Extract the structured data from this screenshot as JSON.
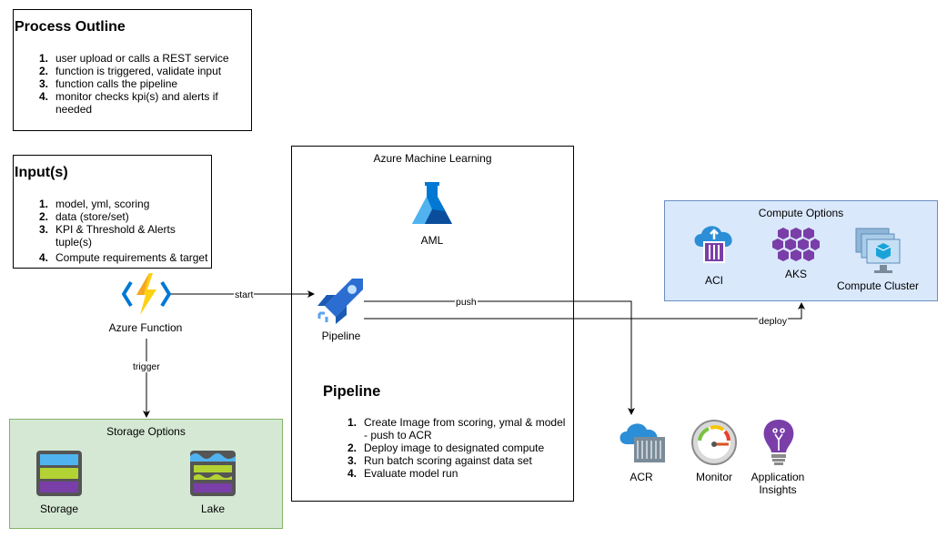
{
  "process": {
    "title": "Process Outline",
    "steps": [
      "user upload or calls a REST service",
      "function is triggered, validate input",
      "function calls the pipeline",
      "monitor checks kpi(s) and alerts if needed"
    ]
  },
  "inputs": {
    "title": "Input(s)",
    "steps": [
      "model, yml, scoring",
      "data (store/set)",
      "KPI & Threshold & Alerts tuple(s)",
      "Compute requirements & target"
    ]
  },
  "aml": {
    "title": "Azure Machine Learning",
    "icon_label": "AML",
    "pipeline_icon_label": "Pipeline",
    "pipeline_title": "Pipeline",
    "steps": [
      "Create Image from scoring, ymal & model - push to ACR",
      "Deploy image to designated compute",
      "Run batch scoring against data set",
      "Evaluate model run"
    ]
  },
  "function": {
    "label": "Azure Function"
  },
  "compute": {
    "title": "Compute Options",
    "items": [
      "ACI",
      "AKS",
      "Compute Cluster"
    ]
  },
  "storage": {
    "title": "Storage Options",
    "items": [
      "Storage",
      "Lake"
    ]
  },
  "services": {
    "acr": "ACR",
    "monitor": "Monitor",
    "insights": "Application Insights"
  },
  "edges": {
    "start": "start",
    "push": "push",
    "deploy": "deploy",
    "trigger": "trigger"
  },
  "colors": {
    "compute_bg": "#dae8fc",
    "storage_bg": "#d5e8d4",
    "azure_blue": "#1e88e5"
  }
}
